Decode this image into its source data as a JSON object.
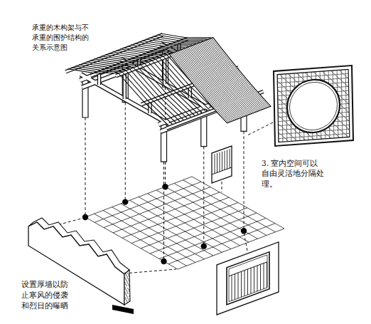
{
  "diagram": {
    "labels": [
      "承重的木构架与不承重的围护结构的关系示意图",
      "3. 室内空间可以自由灵活地分隔处理。",
      "设置厚墙以防止寒风的侵袭和烈日的曝晒"
    ]
  }
}
